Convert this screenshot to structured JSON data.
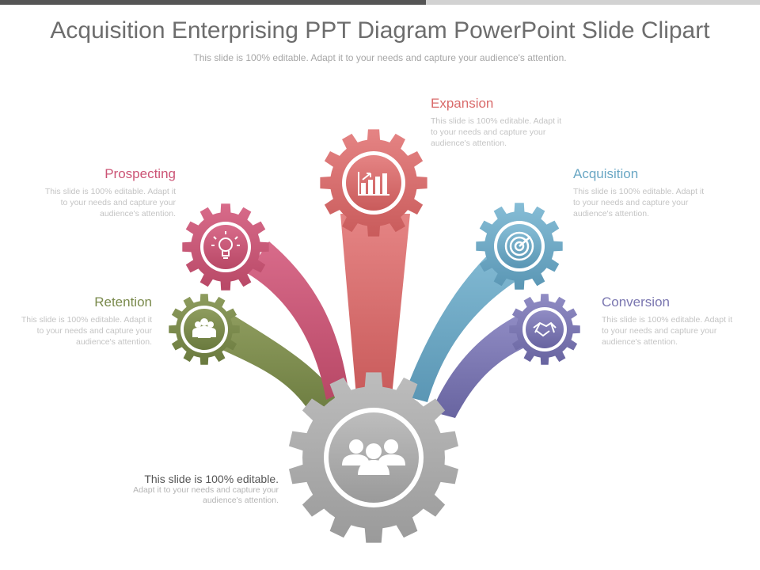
{
  "header": {
    "title": "Acquisition Enterprising PPT Diagram PowerPoint Slide Clipart",
    "subtitle": "This slide is 100% editable. Adapt it to your needs and capture your audience's attention."
  },
  "colors": {
    "expansion": "#d96a6a",
    "prospecting": "#cc5576",
    "retention": "#7a8a4c",
    "acquisition": "#6aa7c4",
    "conversion": "#7a76b0",
    "hub": "#a3a3a3"
  },
  "items": {
    "expansion": {
      "title": "Expansion",
      "text": "This slide is 100% editable. Adapt it to your needs and capture your audience's attention.",
      "icon": "bar-chart-icon"
    },
    "prospecting": {
      "title": "Prospecting",
      "text": "This slide is 100% editable. Adapt it to your needs and capture your audience's attention.",
      "icon": "lightbulb-icon"
    },
    "retention": {
      "title": "Retention",
      "text": "This slide is 100% editable. Adapt it to your needs and capture your audience's attention.",
      "icon": "group-icon"
    },
    "acquisition": {
      "title": "Acquisition",
      "text": "This slide is 100% editable. Adapt it to your needs and capture your audience's attention.",
      "icon": "target-icon"
    },
    "conversion": {
      "title": "Conversion",
      "text": "This slide is 100% editable. Adapt it to your needs and capture your audience's attention.",
      "icon": "handshake-icon"
    }
  },
  "center": {
    "title": "This slide is 100% editable.",
    "text": "Adapt it to your needs and capture your audience's attention.",
    "icon": "team-icon"
  }
}
